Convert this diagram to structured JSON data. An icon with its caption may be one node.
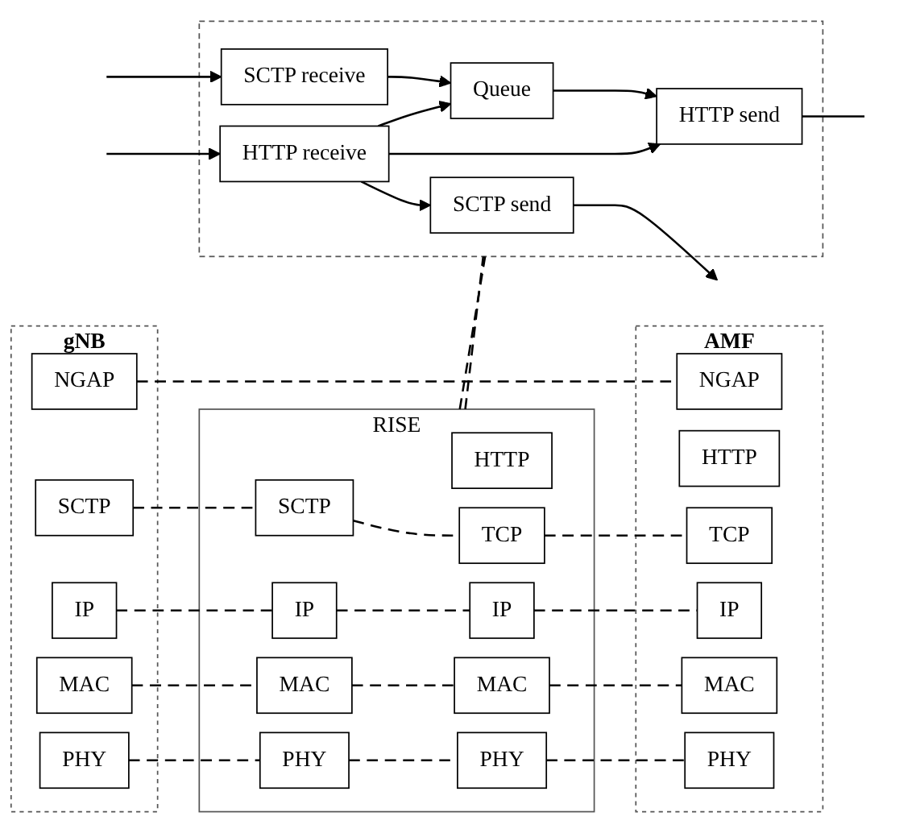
{
  "diagram": {
    "nodes": [
      {
        "text": [
          "gNB"
        ]
      },
      {
        "text": [
          "NGAP"
        ],
        "in": 0
      },
      {
        "text": [
          "SCTP"
        ],
        "in": 0
      },
      {
        "text": [
          "IP"
        ],
        "in": 0
      },
      {
        "text": [
          "MAC"
        ],
        "in": 0
      },
      {
        "text": [
          "PHY"
        ],
        "in": 0
      },
      {
        "text": [
          "RISE"
        ]
      },
      {
        "text": [
          "SCTP"
        ],
        "in": 6
      },
      {
        "text": [
          "IP"
        ],
        "in": 6
      },
      {
        "text": [
          "MAC"
        ],
        "in": 6
      },
      {
        "text": [
          "PHY"
        ],
        "in": 6
      },
      {
        "text": [
          "HTTP"
        ],
        "in": 6
      },
      {
        "text": [
          "TCP"
        ],
        "in": 6
      },
      {
        "text": [
          "IP"
        ],
        "in": 6
      },
      {
        "text": [
          "MAC"
        ],
        "in": 6
      },
      {
        "text": [
          "PHY"
        ],
        "in": 6
      },
      {
        "text": [
          "AMF"
        ]
      },
      {
        "text": [
          "NGAP"
        ],
        "in": 16
      },
      {
        "text": [
          "HTTP"
        ],
        "in": 16
      },
      {
        "text": [
          "TCP"
        ],
        "in": 16
      },
      {
        "text": [
          "IP"
        ],
        "in": 16
      },
      {
        "text": [
          "MAC"
        ],
        "in": 16
      },
      {
        "text": [
          "PHY"
        ],
        "in": 16
      },
      {
        "text": [],
        "shape": "box"
      },
      {
        "text": [
          "SCTP send"
        ],
        "in": 23
      },
      {
        "text": [
          "HTTP receive"
        ],
        "in": 23
      },
      {
        "text": [
          "SCTP receive"
        ],
        "in": 23
      },
      {
        "text": [
          "Queue"
        ],
        "in": 23
      },
      {
        "text": [
          "HTTP send"
        ],
        "in": 23
      }
    ],
    "edges": [
      {
        "from": 1,
        "to": 17,
        "arrow": "none",
        "style": "dashed"
      },
      {
        "from": 2,
        "to": 7,
        "arrow": "none",
        "style": "dashed"
      },
      {
        "from": 7,
        "to": 12,
        "arrow": "none",
        "style": "dashed"
      },
      {
        "from": 12,
        "to": 19,
        "arrow": "none",
        "style": "dashed"
      },
      {
        "from": 3,
        "to": 8,
        "arrow": "none",
        "style": "dashed"
      },
      {
        "from": 8,
        "to": 13,
        "arrow": "none",
        "style": "dashed"
      },
      {
        "from": 13,
        "to": 20,
        "arrow": "none",
        "style": "dashed"
      },
      {
        "from": 4,
        "to": 9,
        "arrow": "none",
        "style": "dashed"
      },
      {
        "from": 9,
        "to": 14,
        "arrow": "none",
        "style": "dashed"
      },
      {
        "from": 14,
        "to": 21,
        "arrow": "none",
        "style": "dashed"
      },
      {
        "from": 5,
        "to": 10,
        "arrow": "none",
        "style": "dashed"
      },
      {
        "from": 10,
        "to": 15,
        "arrow": "none",
        "style": "dashed"
      },
      {
        "from": 15,
        "to": 22,
        "arrow": "none",
        "style": "dashed"
      },
      {
        "from": 6,
        "to": 23,
        "arrow": "none",
        "style": "dashed"
      },
      {
        "from": 6,
        "to": 23,
        "arrow": "none",
        "style": "dashed"
      },
      {
        "from": null,
        "to": 25,
        "arrow": "to"
      },
      {
        "from": 25,
        "to": 24,
        "arrow": "to"
      },
      {
        "from": 24,
        "to": null,
        "arrow": "to"
      },
      {
        "from": 25,
        "to": 27,
        "arrow": "to"
      },
      {
        "from": 25,
        "to": 28,
        "arrow": "to"
      },
      {
        "from": null,
        "to": 26,
        "arrow": "to"
      },
      {
        "from": 26,
        "to": 27,
        "arrow": "to"
      },
      {
        "from": 27,
        "to": 28,
        "arrow": "to"
      },
      {
        "from": 28,
        "to": null,
        "arrow": "none"
      }
    ]
  }
}
